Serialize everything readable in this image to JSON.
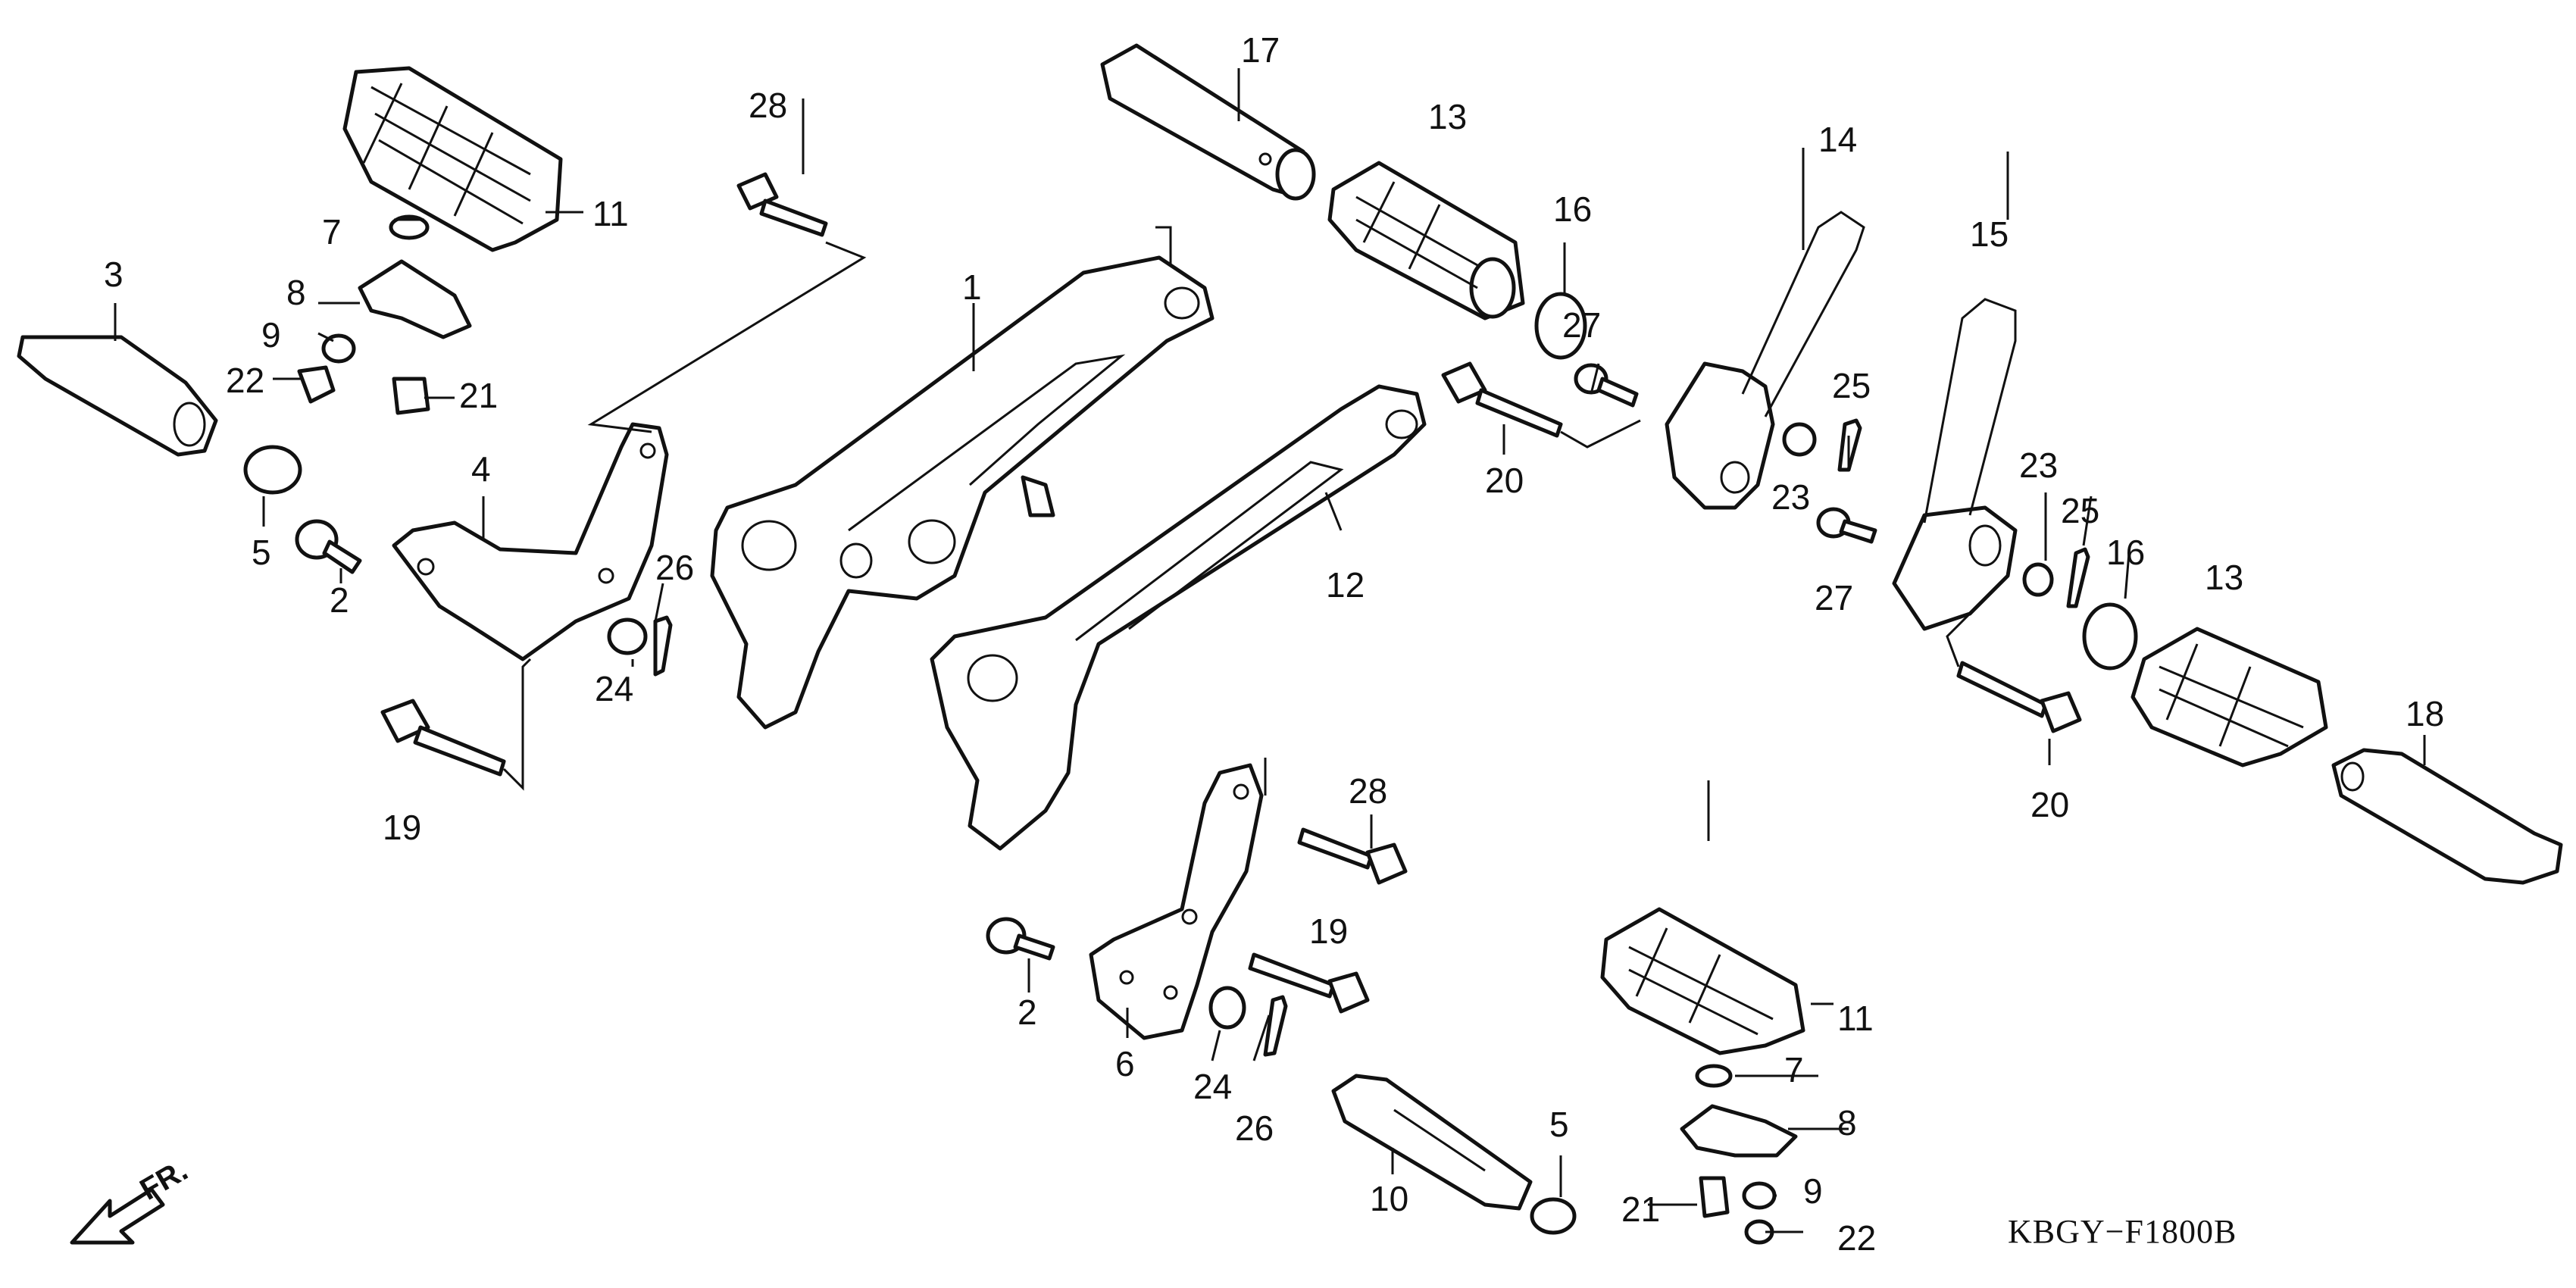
{
  "diagram_code": "KBGY−F1800B",
  "direction_label": "FR.",
  "icons": {
    "direction_arrow": "front-direction-arrow-icon"
  },
  "callouts": [
    {
      "id": "c1",
      "label": "1"
    },
    {
      "id": "c2a",
      "label": "2"
    },
    {
      "id": "c2b",
      "label": "2"
    },
    {
      "id": "c3",
      "label": "3"
    },
    {
      "id": "c4",
      "label": "4"
    },
    {
      "id": "c5a",
      "label": "5"
    },
    {
      "id": "c5b",
      "label": "5"
    },
    {
      "id": "c6",
      "label": "6"
    },
    {
      "id": "c7a",
      "label": "7"
    },
    {
      "id": "c7b",
      "label": "7"
    },
    {
      "id": "c8a",
      "label": "8"
    },
    {
      "id": "c8b",
      "label": "8"
    },
    {
      "id": "c9a",
      "label": "9"
    },
    {
      "id": "c9b",
      "label": "9"
    },
    {
      "id": "c10",
      "label": "10"
    },
    {
      "id": "c11a",
      "label": "11"
    },
    {
      "id": "c11b",
      "label": "11"
    },
    {
      "id": "c12",
      "label": "12"
    },
    {
      "id": "c13a",
      "label": "13"
    },
    {
      "id": "c13b",
      "label": "13"
    },
    {
      "id": "c14",
      "label": "14"
    },
    {
      "id": "c15",
      "label": "15"
    },
    {
      "id": "c16a",
      "label": "16"
    },
    {
      "id": "c16b",
      "label": "16"
    },
    {
      "id": "c17",
      "label": "17"
    },
    {
      "id": "c18",
      "label": "18"
    },
    {
      "id": "c19a",
      "label": "19"
    },
    {
      "id": "c19b",
      "label": "19"
    },
    {
      "id": "c20a",
      "label": "20"
    },
    {
      "id": "c20b",
      "label": "20"
    },
    {
      "id": "c21a",
      "label": "21"
    },
    {
      "id": "c21b",
      "label": "21"
    },
    {
      "id": "c22a",
      "label": "22"
    },
    {
      "id": "c22b",
      "label": "22"
    },
    {
      "id": "c23a",
      "label": "23"
    },
    {
      "id": "c23b",
      "label": "23"
    },
    {
      "id": "c24a",
      "label": "24"
    },
    {
      "id": "c24b",
      "label": "24"
    },
    {
      "id": "c25a",
      "label": "25"
    },
    {
      "id": "c25b",
      "label": "25"
    },
    {
      "id": "c26a",
      "label": "26"
    },
    {
      "id": "c26b",
      "label": "26"
    },
    {
      "id": "c27a",
      "label": "27"
    },
    {
      "id": "c27b",
      "label": "27"
    },
    {
      "id": "c28a",
      "label": "28"
    },
    {
      "id": "c28b",
      "label": "28"
    }
  ]
}
